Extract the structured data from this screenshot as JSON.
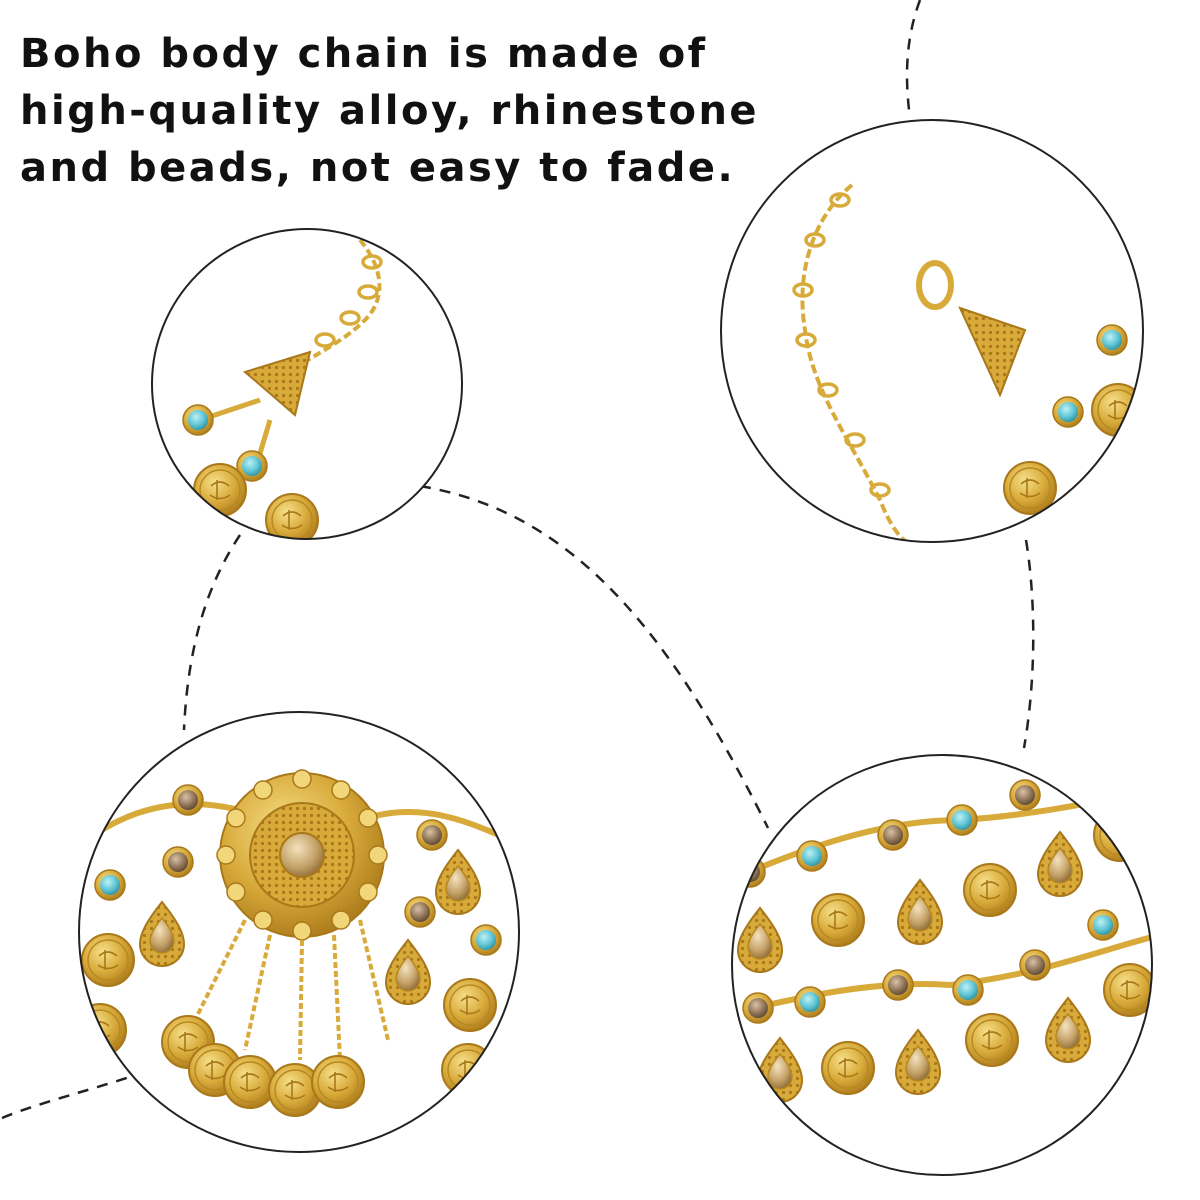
{
  "headline": {
    "line1": "Boho body chain is made of",
    "line2": "high-quality alloy, rhinestone",
    "line3": "and beads, not easy to fade."
  },
  "detail_views": [
    {
      "name": "left clasp end with extender chain"
    },
    {
      "name": "right clasp end with lobster clasp"
    },
    {
      "name": "center medallion with coin tassels"
    },
    {
      "name": "double coin and teardrop strands"
    }
  ],
  "colors": {
    "gold": "#d8aa3a",
    "gold_dark": "#a9781a",
    "gold_light": "#f2d77a",
    "turquoise": "#5cc4d4",
    "amber_stone": "#c6a46a",
    "smoky_stone": "#8f7458",
    "outline": "#222222"
  }
}
